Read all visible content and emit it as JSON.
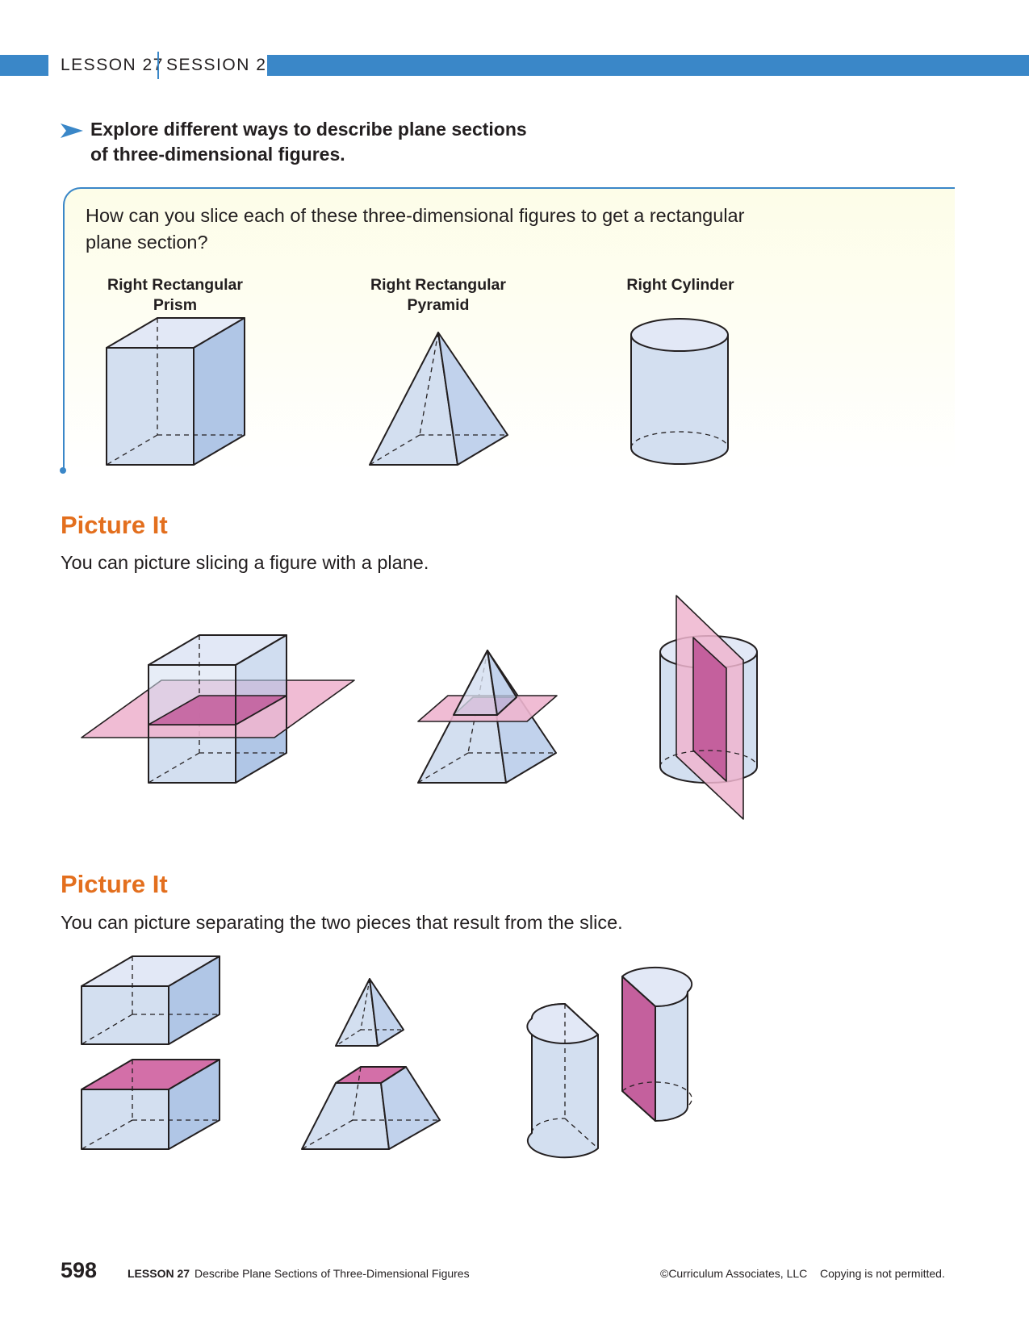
{
  "header": {
    "lesson": "LESSON 27",
    "session": "SESSION 2",
    "accent_color": "#3a87c8"
  },
  "explore": {
    "icon": "arrow-right-icon",
    "line1": "Explore different ways to describe plane sections",
    "line2": "of three-dimensional figures."
  },
  "question": {
    "line1": "How can you slice each of these three-dimensional figures to get a rectangular",
    "line2": "plane section?",
    "figures": [
      {
        "label_line1": "Right Rectangular",
        "label_line2": "Prism"
      },
      {
        "label_line1": "Right Rectangular",
        "label_line2": "Pyramid"
      },
      {
        "label_line1": "Right Cylinder",
        "label_line2": ""
      }
    ]
  },
  "picture_it_1": {
    "heading": "Picture It",
    "text": "You can picture slicing a figure with a plane."
  },
  "picture_it_2": {
    "heading": "Picture It",
    "text": "You can picture separating the two pieces that result from the slice."
  },
  "colors": {
    "heading": "#e36f1e",
    "solid_fill": "#d3dff0",
    "solid_side": "#b0c6e6",
    "plane_fill": "#eeb5cf",
    "section_fill": "#c4609d"
  },
  "footer": {
    "page_number": "598",
    "lesson_label": "LESSON 27",
    "lesson_title": "Describe Plane Sections of Three-Dimensional Figures",
    "copyright": "©Curriculum Associates, LLC",
    "notice": "Copying is not permitted."
  }
}
